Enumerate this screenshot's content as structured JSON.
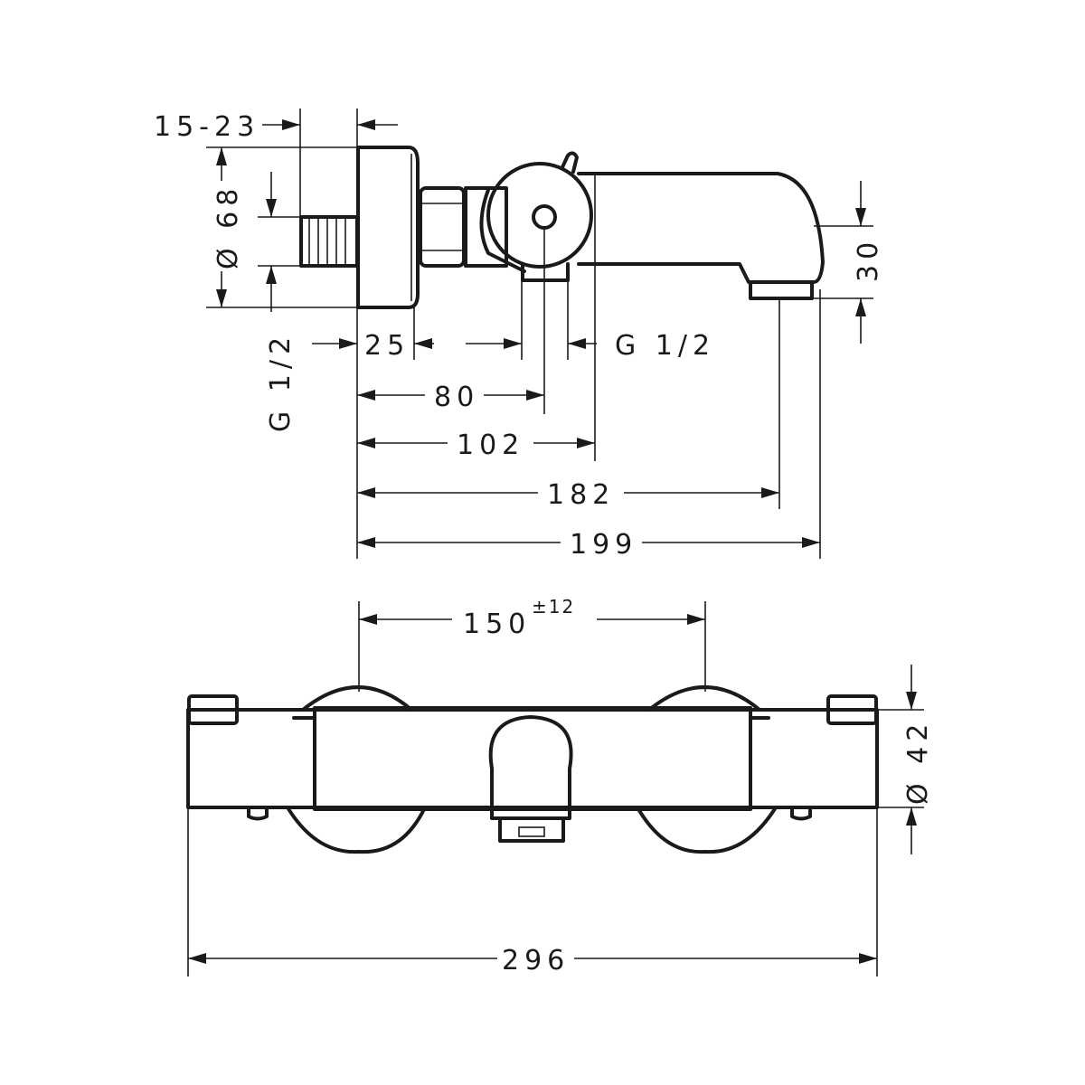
{
  "drawing": {
    "side_view": {
      "dimensions": {
        "wall_offset": "15-23",
        "plate_diameter": "Ø 68",
        "inlet_thread": "G 1/2",
        "plate_depth": "25",
        "outlet_thread": "G 1/2",
        "to_outlet_center": "80",
        "to_outlet_edge": "102",
        "to_spout_center": "182",
        "total_depth": "199",
        "spout_height": "30"
      }
    },
    "front_view": {
      "dimensions": {
        "center_distance": "150",
        "center_tolerance": "±12",
        "body_diameter": "Ø 42",
        "total_width": "296"
      }
    },
    "line_color": "#1a1a1a"
  }
}
